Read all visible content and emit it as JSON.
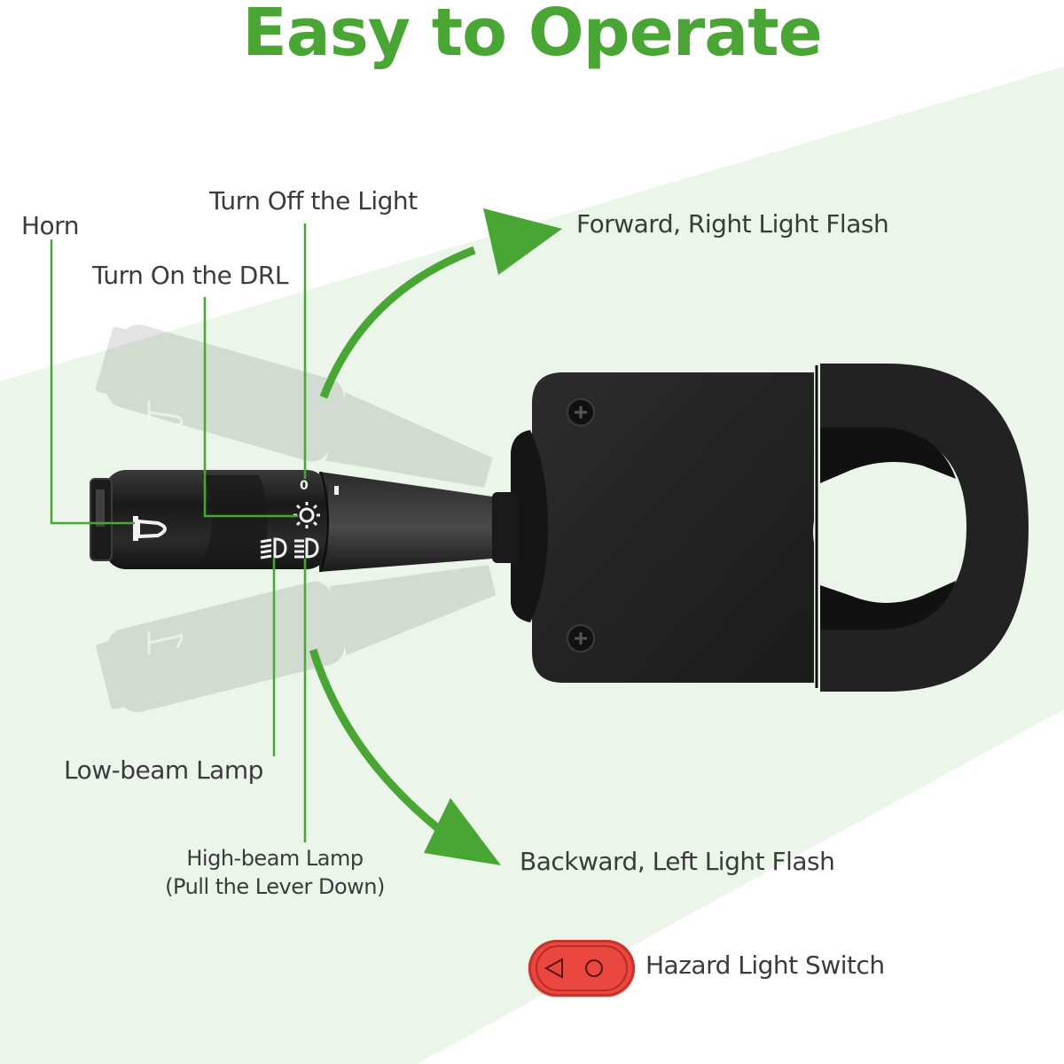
{
  "title": "Easy to Operate",
  "labels": {
    "horn": "Horn",
    "turn_off_light": "Turn Off the Light",
    "turn_on_drl": "Turn On the DRL",
    "forward": "Forward, Right Light Flash",
    "low_beam": "Low-beam Lamp",
    "high_beam_line1": "High-beam Lamp",
    "high_beam_line2": "(Pull the Lever Down)",
    "backward": "Backward, Left Light Flash",
    "hazard": "Hazard Light Switch"
  },
  "lever_markings": {
    "off_symbol": "0",
    "on_symbol": "I"
  },
  "icons": {
    "horn": "horn-icon",
    "drl": "sun-lamp-icon",
    "low_beam": "low-beam-icon",
    "high_beam": "high-beam-icon",
    "hazard_triangle": "triangle-icon",
    "hazard_circle": "circle-icon",
    "screw": "screw-icon"
  },
  "colors": {
    "accent_green": "#4aa634",
    "band_green": "#ebf5ea",
    "text": "#3b3b3b",
    "lever": "#1e1e1e",
    "hazard_red": "#e9473f"
  }
}
